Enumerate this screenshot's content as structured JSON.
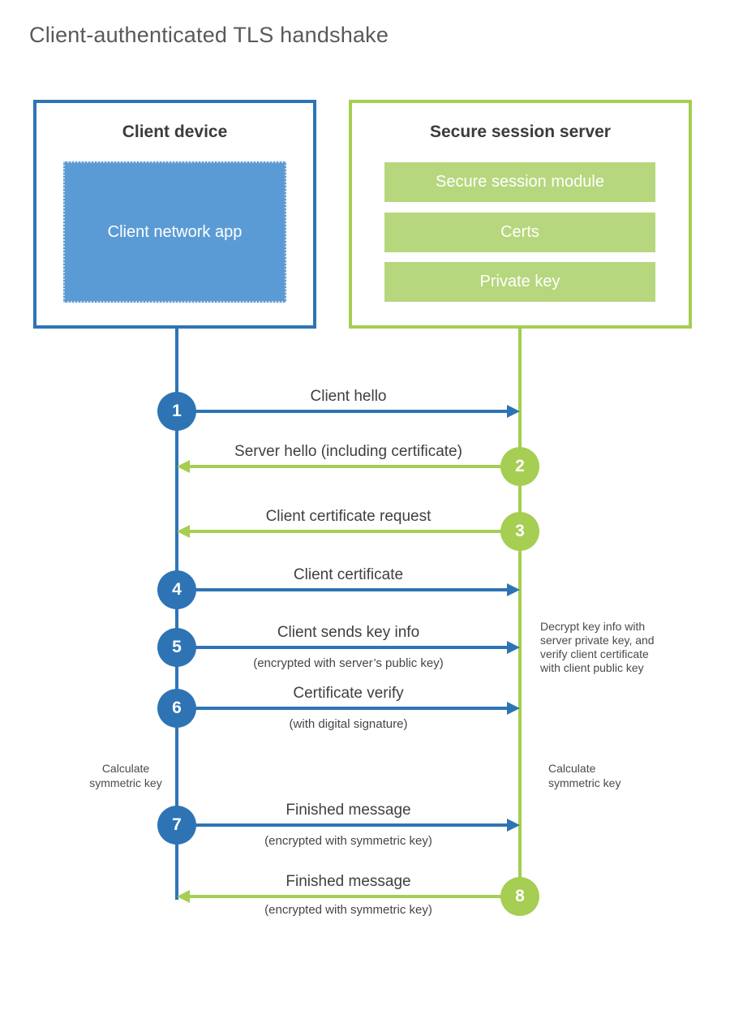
{
  "page": {
    "title": "Client-authenticated TLS handshake"
  },
  "client": {
    "title": "Client device",
    "app_label": "Client network app"
  },
  "server": {
    "title": "Secure session server",
    "modules": [
      {
        "label": "Secure session module"
      },
      {
        "label": "Certs"
      },
      {
        "label": "Private key"
      }
    ]
  },
  "messages": [
    {
      "num": "1",
      "label": "Client hello",
      "from": "client"
    },
    {
      "num": "2",
      "label": "Server hello (including certificate)",
      "from": "server"
    },
    {
      "num": "3",
      "label": "Client certificate request",
      "from": "server"
    },
    {
      "num": "4",
      "label": "Client certificate",
      "from": "client"
    },
    {
      "num": "5",
      "label": "Client sends key info",
      "sub": "(encrypted with server’s public key)",
      "from": "client"
    },
    {
      "num": "6",
      "label": "Certificate verify",
      "sub": "(with digital signature)",
      "from": "client"
    },
    {
      "num": "7",
      "label": "Finished message",
      "sub": "(encrypted with symmetric key)",
      "from": "client"
    },
    {
      "num": "8",
      "label": "Finished message",
      "sub": "(encrypted with symmetric key)",
      "from": "server"
    }
  ],
  "notes": {
    "decrypt": "Decrypt key info with server private key, and verify client certificate with client public key",
    "calc_left": "Calculate symmetric key",
    "calc_right": "Calculate symmetric key"
  },
  "colors": {
    "blue": "#2e74b5",
    "light_blue": "#5b9bd5",
    "green": "#a5ce52",
    "light_green": "#b6d77d",
    "heading_text": "#3b3b3b",
    "title_text": "#595959"
  }
}
